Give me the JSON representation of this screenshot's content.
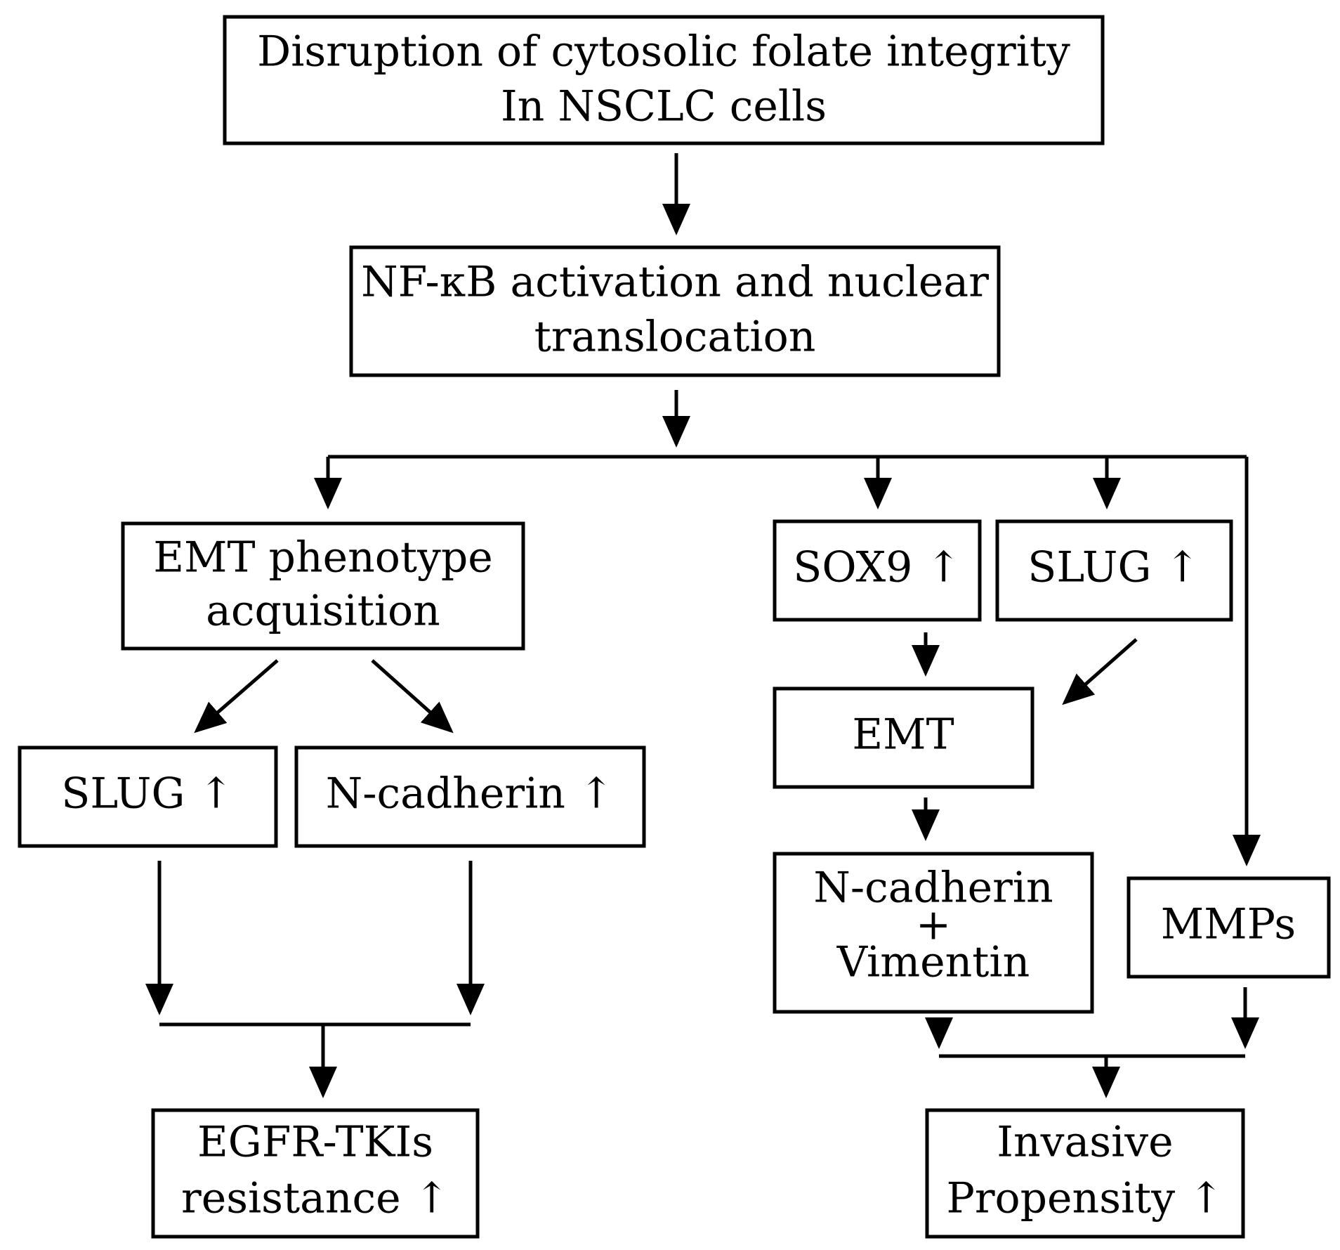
{
  "diagram": {
    "nodes": {
      "disruption": {
        "line1": "Disruption of cytosolic folate integrity",
        "line2": "In NSCLC cells"
      },
      "nfkb": {
        "line1": "NF-κB activation and nuclear",
        "line2": "translocation"
      },
      "emt_phenotype": {
        "line1": "EMT phenotype",
        "line2": "acquisition"
      },
      "slug_left": {
        "label": "SLUG ↑"
      },
      "ncadherin_left": {
        "label": "N-cadherin ↑"
      },
      "egfr": {
        "line1": "EGFR-TKIs",
        "line2": "resistance ↑"
      },
      "sox9": {
        "label": "SOX9 ↑"
      },
      "slug_right": {
        "label": "SLUG ↑"
      },
      "emt": {
        "label": "EMT"
      },
      "ncad_vim": {
        "line1": "N-cadherin",
        "line2": "+",
        "line3": "Vimentin"
      },
      "mmps": {
        "label": "MMPs"
      },
      "invasive": {
        "line1": "Invasive",
        "line2": "Propensity ↑"
      }
    }
  }
}
